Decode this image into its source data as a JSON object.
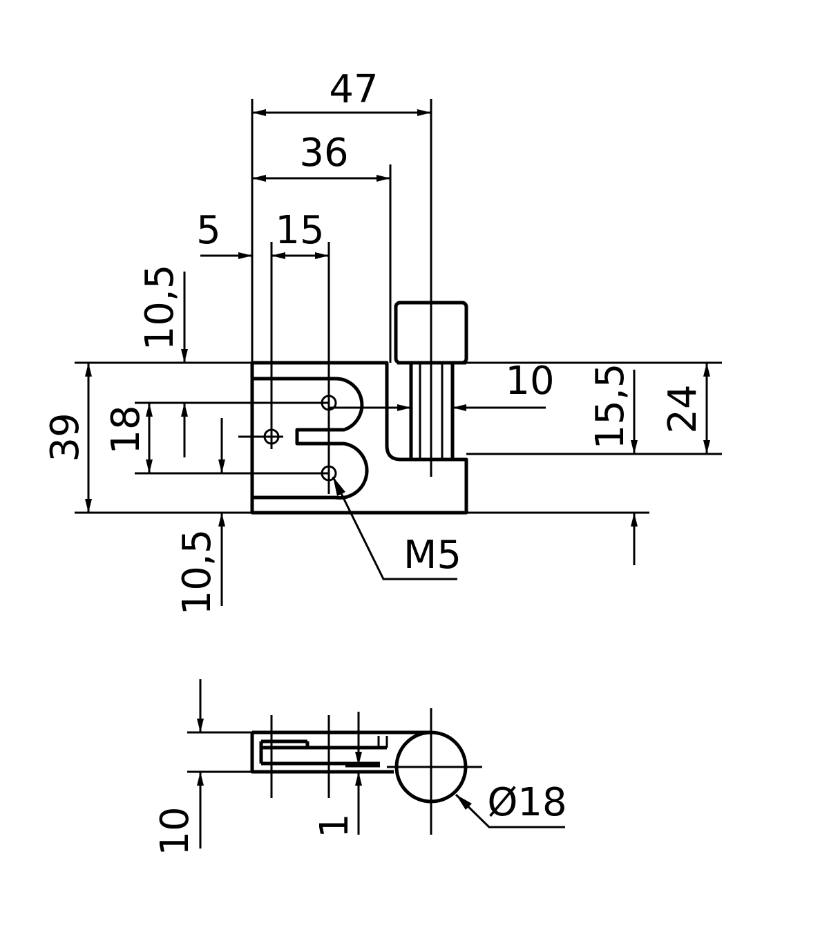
{
  "dimensions": {
    "width_overall": "47",
    "width_to_clamp": "36",
    "offset_left": "5",
    "hole_spacing_h": "15",
    "offset_top": "10,5",
    "height_overall": "39",
    "hole_spacing_v": "18",
    "offset_bottom": "10,5",
    "thread": "M5",
    "clamp_width": "10",
    "clamp_offset": "15,5",
    "clamp_height": "24",
    "thickness": "10",
    "slot_gap": "1",
    "bore_diameter": "Ø18"
  },
  "colors": {
    "line": "#000000",
    "background": "#ffffff"
  }
}
